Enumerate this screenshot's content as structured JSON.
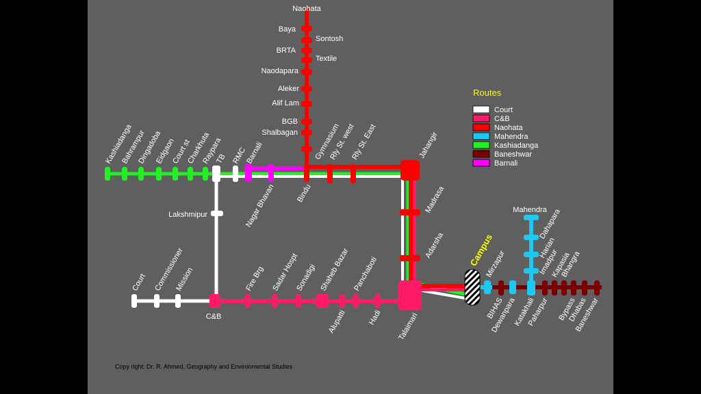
{
  "title": "Routes",
  "campus": "Campus",
  "copyright": "Copy right: Dr. R. Ahmed, Geography and Environmental Studies",
  "routes": [
    {
      "name": "Court",
      "color": "#ffffff"
    },
    {
      "name": "C&B",
      "color": "#ff1a6a"
    },
    {
      "name": "Naohata",
      "color": "#ff0000"
    },
    {
      "name": "Mahendra",
      "color": "#1ec8f5"
    },
    {
      "name": "Kashiadanga",
      "color": "#22f022"
    },
    {
      "name": "Baneshwar",
      "color": "#7a0000"
    },
    {
      "name": "Barnali",
      "color": "#ff00ff"
    }
  ],
  "stations": {
    "naohata": "Naohata",
    "baya": "Baya",
    "sontosh": "Sontosh",
    "brta": "BRTA",
    "textile": "Textile",
    "naodapara": "Naodapara",
    "aleker": "Aleker",
    "alif_lam": "Alif Lam",
    "bgb": "BGB",
    "shalbagan": "Shalbagan",
    "kashiadanga": "Kashiadanga",
    "bahrampur": "Bahrampur",
    "dingadoba": "Dingadoba",
    "eidgaon": "Eidgaon",
    "court_st": "Court st",
    "charkhuta": "Charkhuta",
    "raypara": "Raypara",
    "tb": "TB",
    "rmc": "RMC",
    "barnali": "Barnali",
    "gymnasium": "Gymnasium",
    "rly_west": "Rly St. west",
    "rly_east": "Rly St. East",
    "jahangir": "Jahangir",
    "nagar_bhavan": "Nagar Bhavan",
    "bindu": "Bindu",
    "lakshmipur": "Lakshmipur",
    "madrasa": "Madrasa",
    "adarsha": "Adarsha",
    "court": "Court",
    "commissioner": "Commissioner",
    "mission": "Mission",
    "cb": "C&B",
    "fire_brg": "Fire Brg",
    "sadar_hospt": "Sadar Hospt",
    "sonadigi": "Sonadigi",
    "shaheb_bazar": "Shaheb Bazar",
    "panchaboti": "Panchaboti",
    "alupatti": "Alupatti",
    "hadi": "Hadi",
    "talaimari": "Talaimari",
    "mirzapur": "Mirzapur",
    "bihas": "BIHAS",
    "dewanpara": "Dewanpara",
    "katakhali": "Katakhali",
    "paharpur": "Paharpur",
    "mahendra": "Mahendra",
    "dahapara": "Dahapara",
    "harian": "Harian",
    "imadpur": "Imadpur",
    "kapasia": "Kapasia",
    "bhangra": "Bhangra",
    "bypass": "Bypass",
    "dhabas": "Dhabas",
    "baneshwar": "Baneshwar"
  }
}
